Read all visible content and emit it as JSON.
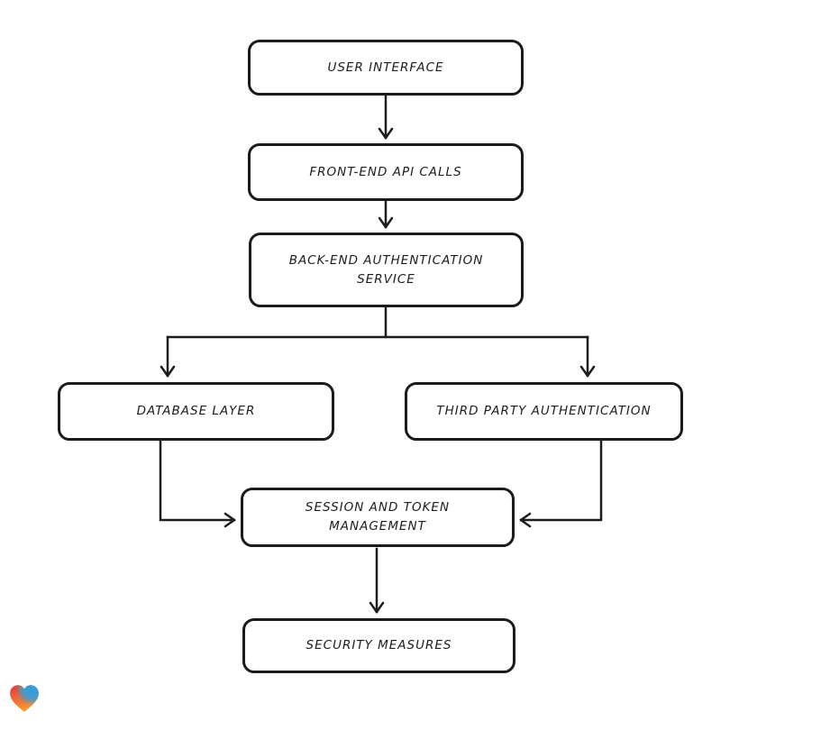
{
  "canvas": {
    "background": "#ffffff",
    "stroke_color": "#1d1d1d"
  },
  "diagram": {
    "nodes": {
      "user_interface": {
        "label": "USER INTERFACE"
      },
      "front_end_api_calls": {
        "label": "FRONT-END API CALLS"
      },
      "back_end_auth_service": {
        "label": "BACK-END AUTHENTICATION SERVICE"
      },
      "database_layer": {
        "label": "DATABASE LAYER"
      },
      "third_party_auth": {
        "label": "THIRD PARTY AUTHENTICATION"
      },
      "session_token_mgmt": {
        "label": "SESSION AND TOKEN MANAGEMENT"
      },
      "security_measures": {
        "label": "SECURITY MEASURES"
      }
    },
    "edges": [
      {
        "from": "user_interface",
        "to": "front_end_api_calls"
      },
      {
        "from": "front_end_api_calls",
        "to": "back_end_auth_service"
      },
      {
        "from": "back_end_auth_service",
        "to": "database_layer"
      },
      {
        "from": "back_end_auth_service",
        "to": "third_party_auth"
      },
      {
        "from": "database_layer",
        "to": "session_token_mgmt"
      },
      {
        "from": "third_party_auth",
        "to": "session_token_mgmt"
      },
      {
        "from": "session_token_mgmt",
        "to": "security_measures"
      }
    ]
  },
  "logo": {
    "icon": "heart-logo",
    "colors": {
      "red": "#e5383f",
      "orange": "#f59d31",
      "blue": "#2f9fe0",
      "green": "#7dbb3e"
    }
  }
}
